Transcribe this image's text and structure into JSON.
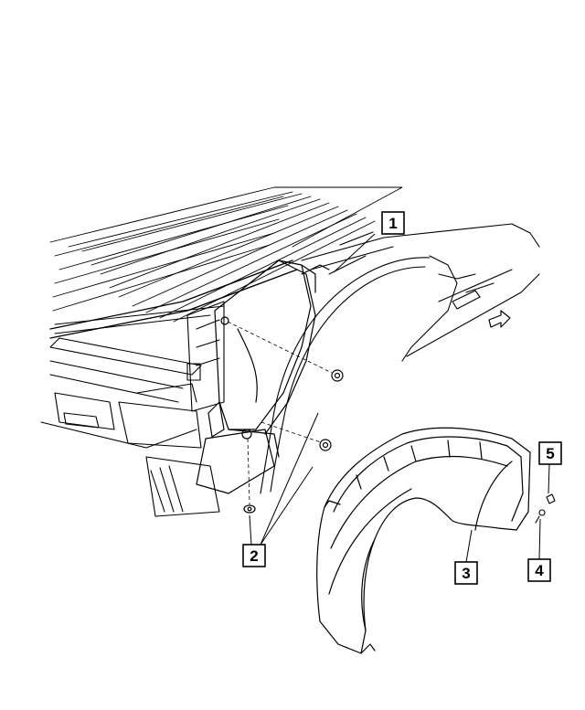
{
  "callouts": [
    {
      "id": "1",
      "label": "1"
    },
    {
      "id": "2",
      "label": "2"
    },
    {
      "id": "3",
      "label": "3"
    },
    {
      "id": "4",
      "label": "4"
    },
    {
      "id": "5",
      "label": "5"
    }
  ],
  "icons": {
    "front_arrow": "front-direction-arrow-icon"
  },
  "colors": {
    "line": "#000000",
    "background": "#ffffff"
  }
}
